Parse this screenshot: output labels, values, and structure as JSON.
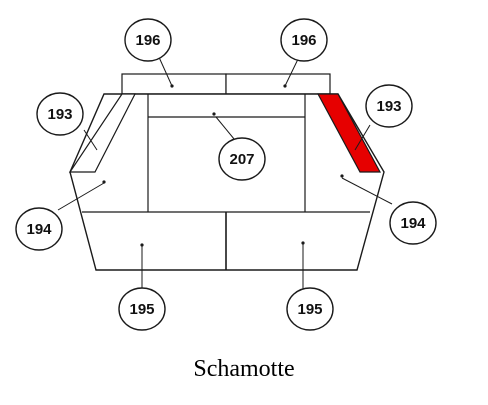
{
  "caption": "Schamotte",
  "colors": {
    "line": "#1a1a1a",
    "highlight": "#e60000"
  },
  "callouts": [
    {
      "label": "196",
      "part": "top-brick-left"
    },
    {
      "label": "196",
      "part": "top-brick-right"
    },
    {
      "label": "193",
      "part": "left-side-strip"
    },
    {
      "label": "193",
      "part": "right-side-strip-highlighted"
    },
    {
      "label": "207",
      "part": "back-panel"
    },
    {
      "label": "194",
      "part": "left-side-panel"
    },
    {
      "label": "194",
      "part": "right-side-panel"
    },
    {
      "label": "195",
      "part": "bottom-left-panel"
    },
    {
      "label": "195",
      "part": "bottom-right-panel"
    }
  ],
  "highlighted_part": "right-side-strip-highlighted"
}
